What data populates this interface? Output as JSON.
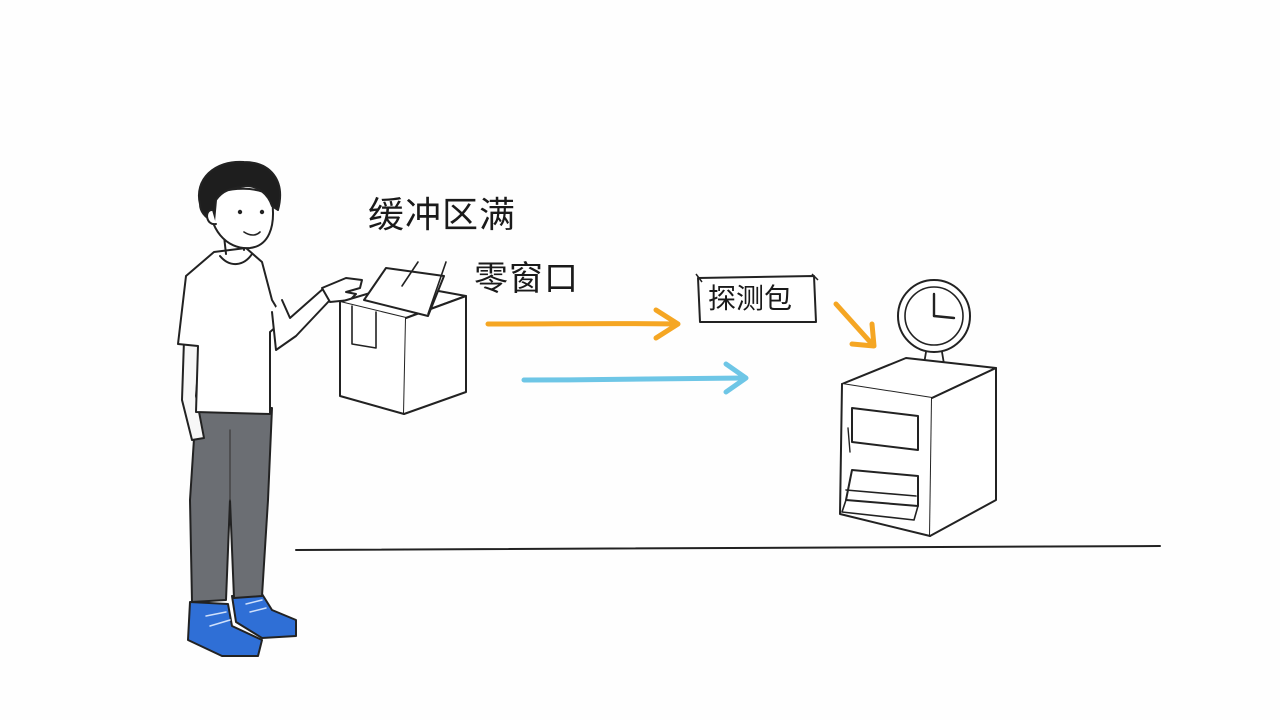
{
  "labels": {
    "buffer_full": "缓冲区满",
    "zero_window": "零窗口",
    "probe_packet": "探测包"
  },
  "colors": {
    "ink": "#222222",
    "orange_arrow": "#f5a623",
    "blue_arrow": "#6ec6e6",
    "shirt": "#ffffff",
    "pants": "#6b6e73",
    "shoes": "#2f6fd6"
  }
}
